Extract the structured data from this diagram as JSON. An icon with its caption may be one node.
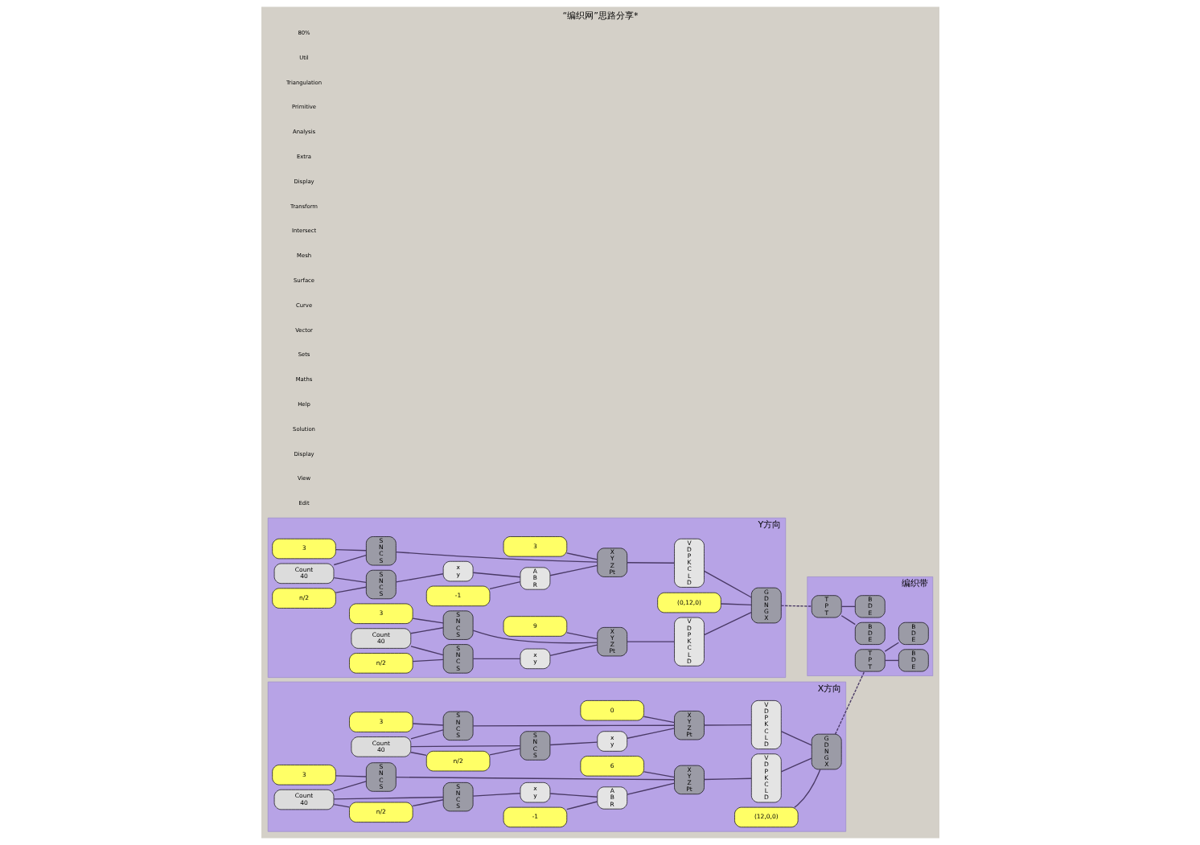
{
  "diagram": {
    "title": "“编织网”思路分享*",
    "nodes": [
      {
        "text": [
          "X方向"
        ]
      },
      {
        "text": [
          "0"
        ],
        "in": 0
      },
      {
        "text": [
          "S",
          "N",
          "C",
          "S"
        ],
        "in": 0
      },
      {
        "text": [
          "3"
        ],
        "in": 0
      },
      {
        "text": [
          "Count",
          "40"
        ],
        "in": 0
      },
      {
        "text": [
          "n/2"
        ],
        "in": 0
      },
      {
        "text": [
          "S",
          "N",
          "C",
          "S"
        ],
        "in": 0
      },
      {
        "text": [
          "x",
          "y"
        ],
        "in": 0
      },
      {
        "text": [
          "X",
          "Y",
          "Z",
          "Pt"
        ],
        "in": 0
      },
      {
        "text": [
          "V",
          "D",
          "P",
          "K",
          "C",
          "L",
          "D"
        ],
        "in": 0
      },
      {
        "text": [
          "6"
        ],
        "in": 0
      },
      {
        "text": [
          "S",
          "N",
          "C",
          "S"
        ],
        "in": 0
      },
      {
        "text": [
          "3"
        ],
        "in": 0
      },
      {
        "text": [
          "Count",
          "40"
        ],
        "in": 0
      },
      {
        "text": [
          "n/2"
        ],
        "in": 0
      },
      {
        "text": [
          "S",
          "N",
          "C",
          "S"
        ],
        "in": 0
      },
      {
        "text": [
          "x",
          "y"
        ],
        "in": 0
      },
      {
        "text": [
          "A",
          "B",
          "R"
        ],
        "in": 0
      },
      {
        "text": [
          "-1"
        ],
        "in": 0
      },
      {
        "text": [
          "X",
          "Y",
          "Z",
          "Pt"
        ],
        "in": 0
      },
      {
        "text": [
          "V",
          "D",
          "P",
          "K",
          "C",
          "L",
          "D"
        ],
        "in": 0
      },
      {
        "text": [
          "(12,0,0)"
        ],
        "in": 0
      },
      {
        "text": [
          "G",
          "D",
          "N",
          "G",
          "X"
        ],
        "in": 0
      },
      {
        "text": [
          "Y方向"
        ]
      },
      {
        "text": [
          "3"
        ],
        "in": 23
      },
      {
        "text": [
          "S",
          "N",
          "C",
          "S"
        ],
        "in": 23
      },
      {
        "text": [
          "3"
        ],
        "in": 23
      },
      {
        "text": [
          "X",
          "Y",
          "Z",
          "Pt"
        ],
        "in": 23
      },
      {
        "text": [
          "V",
          "D",
          "P",
          "K",
          "C",
          "L",
          "D"
        ],
        "in": 23
      },
      {
        "text": [
          "n/2"
        ],
        "in": 23
      },
      {
        "text": [
          "S",
          "N",
          "C",
          "S"
        ],
        "in": 23
      },
      {
        "text": [
          "x",
          "y"
        ],
        "in": 23
      },
      {
        "text": [
          "Count",
          "40"
        ],
        "in": 23
      },
      {
        "text": [
          "A",
          "B",
          "R"
        ],
        "in": 23
      },
      {
        "text": [
          "-1"
        ],
        "in": 23
      },
      {
        "text": [
          "V",
          "D",
          "P",
          "K",
          "C",
          "L",
          "D"
        ],
        "in": 23
      },
      {
        "text": [
          "(0,12,0)"
        ],
        "in": 23
      },
      {
        "text": [
          "G",
          "D",
          "N",
          "G",
          "X"
        ],
        "in": 23
      },
      {
        "text": [
          "3"
        ],
        "in": 23
      },
      {
        "text": [
          "S",
          "N",
          "C",
          "S"
        ],
        "in": 23
      },
      {
        "text": [
          "X",
          "Y",
          "Z",
          "Pt"
        ],
        "in": 23
      },
      {
        "text": [
          "9"
        ],
        "in": 23
      },
      {
        "text": [
          "n/2"
        ],
        "in": 23
      },
      {
        "text": [
          "S",
          "N",
          "C",
          "S"
        ],
        "in": 23
      },
      {
        "text": [
          "x",
          "y"
        ],
        "in": 23
      },
      {
        "text": [
          "Count",
          "40"
        ],
        "in": 23
      },
      {
        "text": [
          "编织带"
        ]
      },
      {
        "text": [
          "T",
          "P",
          "T"
        ],
        "in": 46
      },
      {
        "text": [
          "B",
          "D",
          "E"
        ],
        "in": 46
      },
      {
        "text": [
          "B",
          "D",
          "E"
        ],
        "in": 46
      },
      {
        "text": [
          "T",
          "P",
          "T"
        ],
        "in": 46
      },
      {
        "text": [
          "B",
          "D",
          "E"
        ],
        "in": 46
      },
      {
        "text": [
          "B",
          "D",
          "E"
        ],
        "in": 46
      }
    ],
    "edges": [
      {
        "from": 1,
        "to": 8,
        "arrow": "none"
      },
      {
        "from": 3,
        "to": 2,
        "arrow": "none"
      },
      {
        "from": 4,
        "to": 2,
        "arrow": "none"
      },
      {
        "from": 4,
        "to": 5,
        "arrow": "none"
      },
      {
        "from": 5,
        "to": 6,
        "arrow": "none"
      },
      {
        "from": 4,
        "to": 6,
        "arrow": "none"
      },
      {
        "from": 2,
        "to": 8,
        "arrow": "none"
      },
      {
        "from": 6,
        "to": 7,
        "arrow": "none"
      },
      {
        "from": 7,
        "to": 8,
        "arrow": "none"
      },
      {
        "from": 8,
        "to": 9,
        "arrow": "none"
      },
      {
        "from": 9,
        "to": 22,
        "arrow": "none"
      },
      {
        "from": 10,
        "to": 19,
        "arrow": "none"
      },
      {
        "from": 12,
        "to": 11,
        "arrow": "none"
      },
      {
        "from": 13,
        "to": 11,
        "arrow": "none"
      },
      {
        "from": 13,
        "to": 14,
        "arrow": "none"
      },
      {
        "from": 14,
        "to": 15,
        "arrow": "none"
      },
      {
        "from": 13,
        "to": 15,
        "arrow": "none"
      },
      {
        "from": 11,
        "to": 19,
        "arrow": "none"
      },
      {
        "from": 15,
        "to": 16,
        "arrow": "none"
      },
      {
        "from": 16,
        "to": 17,
        "arrow": "none"
      },
      {
        "from": 18,
        "to": 17,
        "arrow": "none"
      },
      {
        "from": 17,
        "to": 19,
        "arrow": "none"
      },
      {
        "from": 19,
        "to": 20,
        "arrow": "none"
      },
      {
        "from": 20,
        "to": 22,
        "arrow": "none"
      },
      {
        "from": 21,
        "to": 22,
        "arrow": "none"
      },
      {
        "from": 22,
        "to": 47,
        "arrow": "none",
        "style": "dashed"
      },
      {
        "from": 47,
        "to": 48,
        "arrow": "none"
      },
      {
        "from": 47,
        "to": 49,
        "arrow": "none"
      },
      {
        "from": 24,
        "to": 25,
        "arrow": "none"
      },
      {
        "from": 32,
        "to": 25,
        "arrow": "none"
      },
      {
        "from": 25,
        "to": 27,
        "arrow": "none"
      },
      {
        "from": 26,
        "to": 27,
        "arrow": "none"
      },
      {
        "from": 29,
        "to": 30,
        "arrow": "none"
      },
      {
        "from": 32,
        "to": 30,
        "arrow": "none"
      },
      {
        "from": 30,
        "to": 31,
        "arrow": "none"
      },
      {
        "from": 31,
        "to": 33,
        "arrow": "none"
      },
      {
        "from": 34,
        "to": 33,
        "arrow": "none"
      },
      {
        "from": 33,
        "to": 27,
        "arrow": "none"
      },
      {
        "from": 27,
        "to": 28,
        "arrow": "none"
      },
      {
        "from": 28,
        "to": 37,
        "arrow": "none"
      },
      {
        "from": 35,
        "to": 37,
        "arrow": "none"
      },
      {
        "from": 36,
        "to": 37,
        "arrow": "none"
      },
      {
        "from": 38,
        "to": 39,
        "arrow": "none"
      },
      {
        "from": 45,
        "to": 39,
        "arrow": "none"
      },
      {
        "from": 39,
        "to": 40,
        "arrow": "none"
      },
      {
        "from": 41,
        "to": 40,
        "arrow": "none"
      },
      {
        "from": 42,
        "to": 43,
        "arrow": "none"
      },
      {
        "from": 45,
        "to": 43,
        "arrow": "none"
      },
      {
        "from": 43,
        "to": 44,
        "arrow": "none"
      },
      {
        "from": 44,
        "to": 40,
        "arrow": "none"
      },
      {
        "from": 40,
        "to": 35,
        "arrow": "none"
      },
      {
        "from": 37,
        "to": 50,
        "arrow": "none",
        "style": "dashed"
      },
      {
        "from": 50,
        "to": 51,
        "arrow": "none"
      },
      {
        "from": 50,
        "to": 52,
        "arrow": "none"
      }
    ],
    "labels": [
      "Edit",
      "View",
      "Display",
      "Solution",
      "Help",
      "Maths",
      "Sets",
      "Vector",
      "Curve",
      "Surface",
      "Mesh",
      "Intersect",
      "Transform",
      "Display",
      "Extra",
      "Analysis",
      "Primitive",
      "Triangulation",
      "Util",
      "80%"
    ]
  }
}
